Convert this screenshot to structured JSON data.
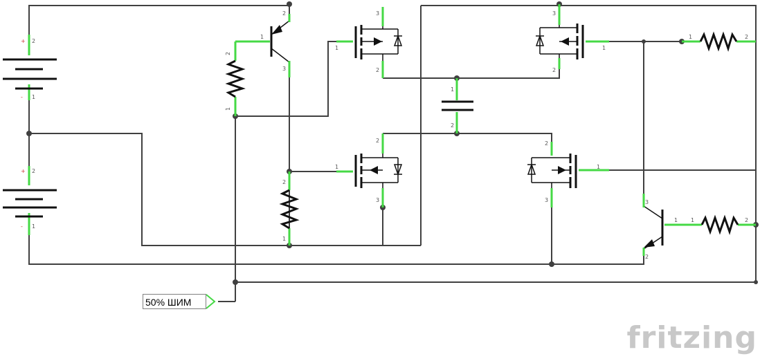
{
  "net_label": {
    "text": "50% ШИМ"
  },
  "brand": {
    "text": "fritzing"
  },
  "pin_labels": {
    "one": "1",
    "two": "2",
    "three": "3",
    "plus": "+",
    "minus": "-"
  },
  "colors": {
    "wire": "#404040",
    "pin": "#45d945",
    "brand": "#c8c8c8"
  }
}
